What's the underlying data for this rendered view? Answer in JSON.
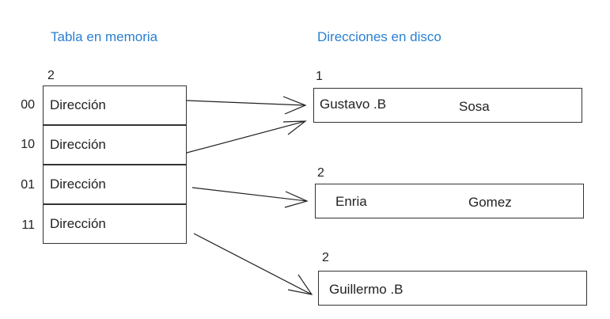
{
  "memory_table": {
    "title": "Tabla en memoria",
    "global_depth": "2",
    "rows": [
      {
        "key": "00",
        "label": "Dirección"
      },
      {
        "key": "10",
        "label": "Dirección"
      },
      {
        "key": "01",
        "label": "Dirección"
      },
      {
        "key": "11",
        "label": "Dirección"
      }
    ]
  },
  "disk": {
    "title": "Direcciones en disco",
    "buckets": [
      {
        "depth": "1",
        "first": "Gustavo .B",
        "last": "Sosa"
      },
      {
        "depth": "2",
        "first": "Enria",
        "last": "Gomez"
      },
      {
        "depth": "2",
        "first": "Guillermo .B",
        "last": ""
      }
    ]
  }
}
